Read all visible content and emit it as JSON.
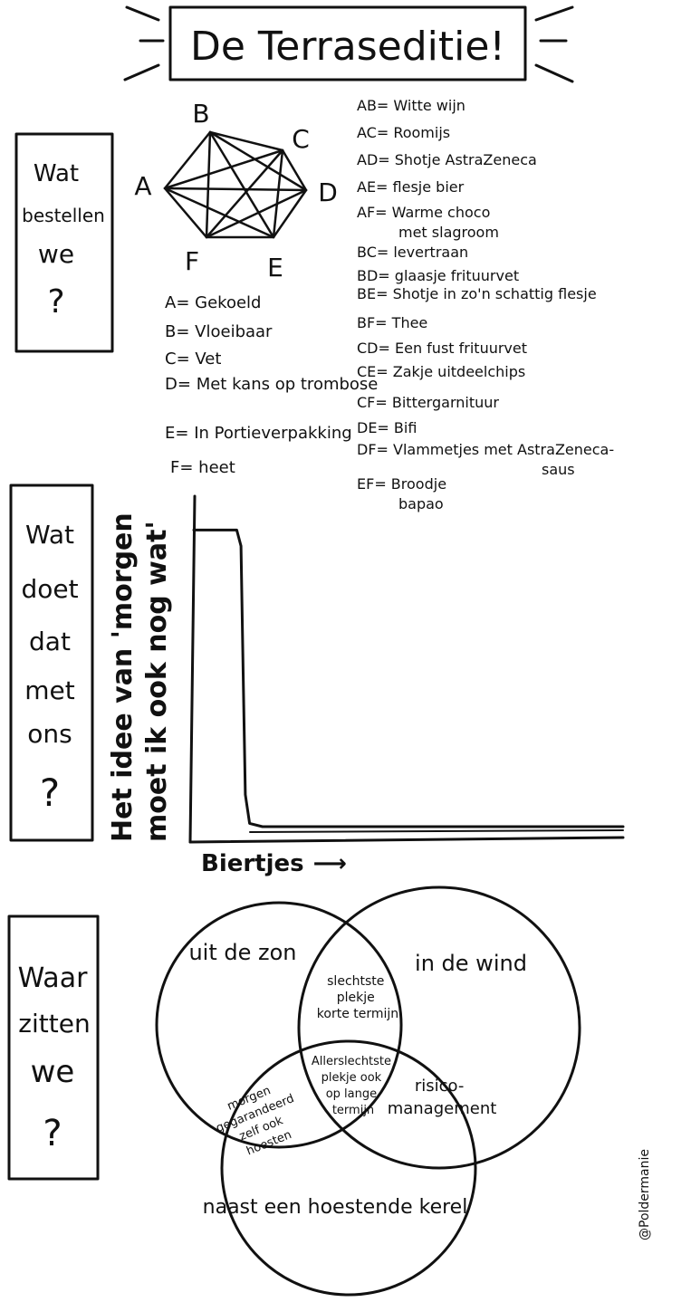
{
  "title": "De Terraseditie!",
  "section1": {
    "side_label": [
      "Wat",
      "bestellen",
      "we",
      "?"
    ],
    "nodes": [
      "A",
      "B",
      "C",
      "D",
      "E",
      "F"
    ],
    "legend": [
      {
        "key": "A",
        "text": "Gekoeld"
      },
      {
        "key": "B",
        "text": "Vloeibaar"
      },
      {
        "key": "C",
        "text": "Vet"
      },
      {
        "key": "D",
        "text": "Met kans op trombose"
      },
      {
        "key": "E",
        "text": "In Portieverpakking"
      },
      {
        "key": "F",
        "text": "heet"
      }
    ],
    "pairs": [
      {
        "key": "AB",
        "text": "Witte wijn"
      },
      {
        "key": "AC",
        "text": "Roomijs"
      },
      {
        "key": "AD",
        "text": "Shotje AstraZeneca"
      },
      {
        "key": "AE",
        "text": "flesje bier"
      },
      {
        "key": "AF",
        "text": "Warme choco met slagroom"
      },
      {
        "key": "BC",
        "text": "levertraan"
      },
      {
        "key": "BD",
        "text": "glaasje frituurvet"
      },
      {
        "key": "BE",
        "text": "Shotje in zo'n schattig flesje"
      },
      {
        "key": "BF",
        "text": "Thee"
      },
      {
        "key": "CD",
        "text": "Een fust frituurvet"
      },
      {
        "key": "CE",
        "text": "Zakje uitdeelchips"
      },
      {
        "key": "CF",
        "text": "Bittergarnituur"
      },
      {
        "key": "DE",
        "text": "Bifi"
      },
      {
        "key": "DF",
        "text": "Vlammetjes met AstraZeneca-saus"
      },
      {
        "key": "EF",
        "text": "Broodje bapao"
      }
    ]
  },
  "section2": {
    "side_label": [
      "Wat",
      "doet",
      "dat",
      "met",
      "ons",
      "?"
    ],
    "ylabel": [
      "Het idee van 'morgen",
      "moet ik ook nog wat'"
    ],
    "xlabel": "Biertjes",
    "xlabel_arrow": "⟶"
  },
  "chart_data": {
    "type": "line",
    "title": "",
    "xlabel": "Biertjes",
    "ylabel": "Het idee van 'morgen moet ik ook nog wat'",
    "xlim": [
      0,
      10
    ],
    "ylim": [
      0,
      1
    ],
    "x": [
      0,
      1.0,
      1.1,
      1.15,
      1.2,
      1.3,
      1.6,
      10
    ],
    "series": [
      {
        "values": [
          0.95,
          0.95,
          0.9,
          0.5,
          0.12,
          0.03,
          0.02,
          0.02
        ]
      }
    ],
    "grid": false
  },
  "section3": {
    "side_label": [
      "Waar",
      "zitten",
      "we",
      "?"
    ],
    "sets": [
      "uit de zon",
      "in de wind",
      "naast een hoestende kerel"
    ],
    "overlaps": {
      "zon_wind": [
        "slechtste",
        "plekje",
        "korte termijn"
      ],
      "all_three": [
        "Allerslechtste",
        "plekje ook",
        "op lange",
        "termijn"
      ],
      "zon_kerel": [
        "morgen",
        "gegarandeerd",
        "zelf ook",
        "hoesten"
      ],
      "wind_kerel": [
        "risico-",
        "management"
      ]
    }
  },
  "credit": "@Poldermanie"
}
